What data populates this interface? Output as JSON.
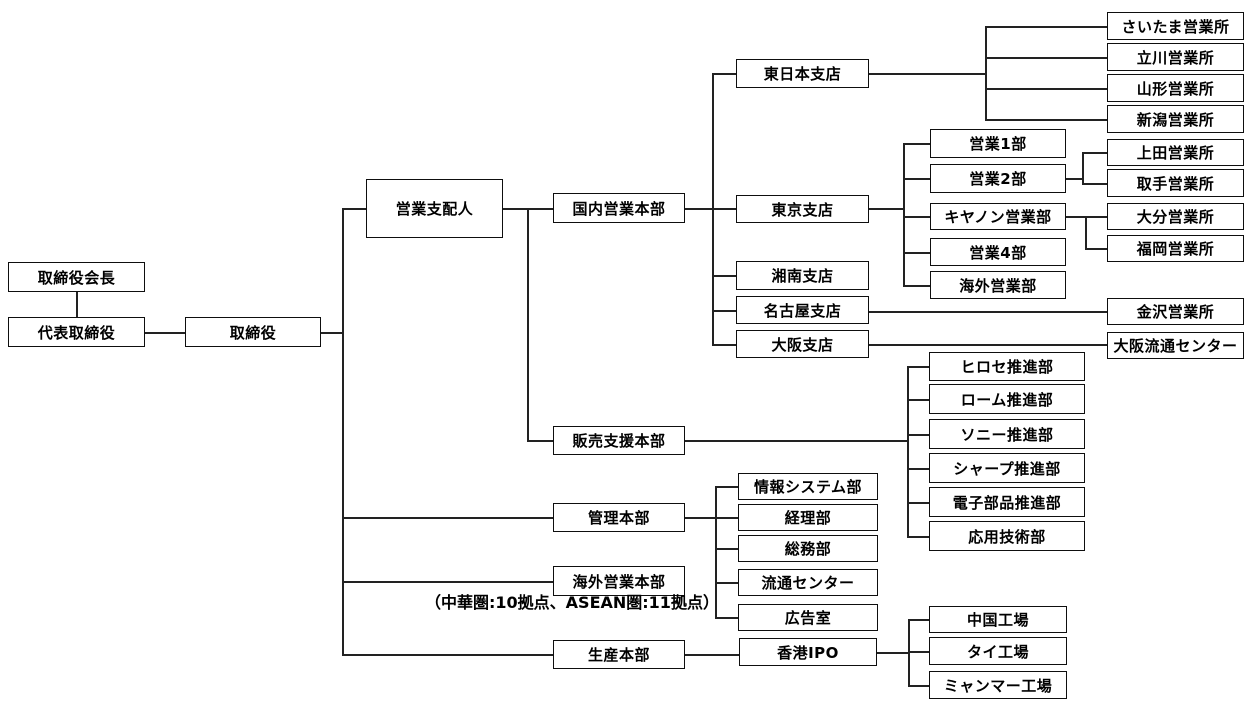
{
  "diagram": {
    "type": "organization-chart",
    "colors": {
      "background": "#ffffff",
      "box_fill": "#ffffff",
      "box_border": "#000000",
      "connector_line": "#222222",
      "text": "#000000"
    },
    "nodes": {
      "chairman": "取締役会長",
      "representative_director": "代表取締役",
      "director": "取締役",
      "sales_manager": "営業支配人",
      "domestic_sales_hq": "国内営業本部",
      "sales_support_hq": "販売支援本部",
      "admin_hq": "管理本部",
      "overseas_sales_hq": "海外営業本部",
      "production_hq": "生産本部",
      "east_japan_branch": "東日本支店",
      "tokyo_branch": "東京支店",
      "shonan_branch": "湘南支店",
      "nagoya_branch": "名古屋支店",
      "osaka_branch": "大阪支店",
      "saitama_office": "さいたま営業所",
      "tachikawa_office": "立川営業所",
      "yamagata_office": "山形営業所",
      "niigata_office": "新潟営業所",
      "sales_dept_1": "営業1部",
      "sales_dept_2": "営業2部",
      "canon_sales_dept": "キヤノン営業部",
      "sales_dept_4": "営業4部",
      "overseas_sales_dept": "海外営業部",
      "ueda_office": "上田営業所",
      "toride_office": "取手営業所",
      "oita_office": "大分営業所",
      "fukuoka_office": "福岡営業所",
      "kanazawa_office": "金沢営業所",
      "osaka_distribution_center": "大阪流通センター",
      "hirose_promotion_dept": "ヒロセ推進部",
      "rohm_promotion_dept": "ローム推進部",
      "sony_promotion_dept": "ソニー推進部",
      "sharp_promotion_dept": "シャープ推進部",
      "electronic_parts_promotion_dept": "電子部品推進部",
      "applied_technology_dept": "応用技術部",
      "info_systems_dept": "情報システム部",
      "accounting_dept": "経理部",
      "general_affairs_dept": "総務部",
      "distribution_center": "流通センター",
      "advertising_office": "広告室",
      "hong_kong_ipo": "香港IPO",
      "china_factory": "中国工場",
      "thailand_factory": "タイ工場",
      "myanmar_factory": "ミャンマー工場"
    },
    "note": "（中華圏:10拠点、ASEAN圏:11拠点）"
  }
}
